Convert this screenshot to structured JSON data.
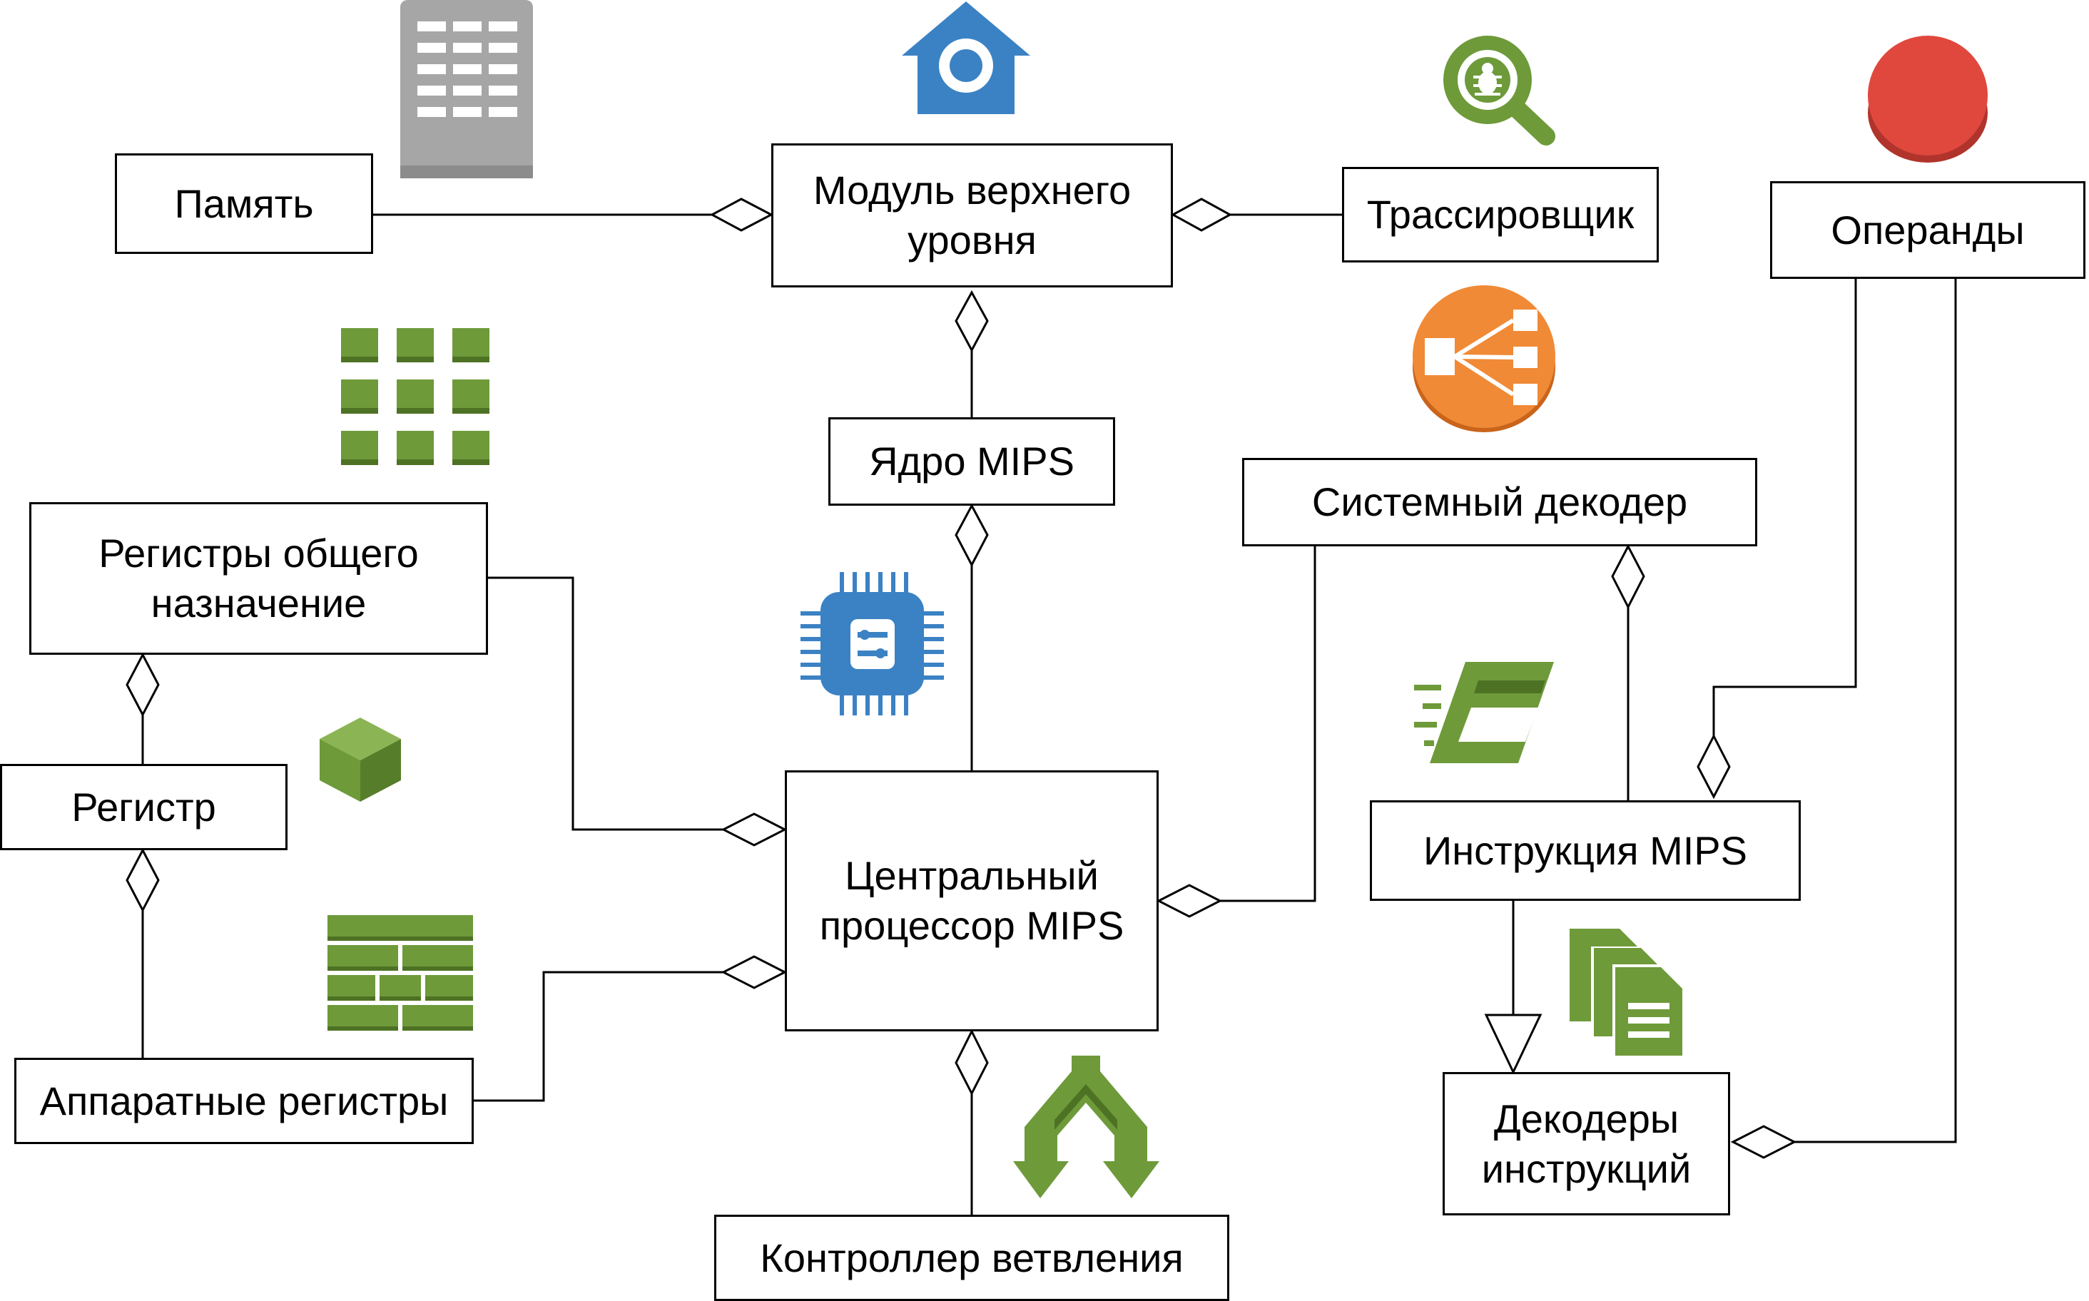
{
  "nodes": {
    "memory": "Память",
    "top_module": "Модуль верхнего\nуровня",
    "tracer": "Трассировщик",
    "operands": "Операнды",
    "mips_core": "Ядро MIPS",
    "system_decoder": "Системный декодер",
    "gp_registers": "Регистры общего\nназначение",
    "register": "Регистр",
    "cpu": "Центральный\nпроцессор MIPS",
    "mips_instruction": "Инструкция MIPS",
    "hw_registers": "Аппаратные регистры",
    "instruction_decoders": "Декодеры\nинструкций",
    "branch_controller": "Контроллер ветвления"
  },
  "relations": [
    {
      "from": "top_module",
      "to": "memory",
      "type": "aggregation"
    },
    {
      "from": "top_module",
      "to": "tracer",
      "type": "aggregation"
    },
    {
      "from": "top_module",
      "to": "mips_core",
      "type": "aggregation"
    },
    {
      "from": "mips_core",
      "to": "cpu",
      "type": "aggregation"
    },
    {
      "from": "cpu",
      "to": "gp_registers",
      "type": "aggregation"
    },
    {
      "from": "cpu",
      "to": "hw_registers",
      "type": "aggregation"
    },
    {
      "from": "cpu",
      "to": "system_decoder",
      "type": "aggregation"
    },
    {
      "from": "cpu",
      "to": "branch_controller",
      "type": "aggregation"
    },
    {
      "from": "gp_registers",
      "to": "register",
      "type": "aggregation"
    },
    {
      "from": "register",
      "to": "hw_registers",
      "type": "aggregation"
    },
    {
      "from": "system_decoder",
      "to": "mips_instruction",
      "type": "aggregation"
    },
    {
      "from": "mips_instruction",
      "to": "operands",
      "type": "aggregation"
    },
    {
      "from": "instruction_decoders",
      "to": "operands",
      "type": "aggregation"
    },
    {
      "from": "instruction_decoders",
      "to": "mips_instruction",
      "type": "inheritance"
    }
  ],
  "colors": {
    "green": "#6e9a3a",
    "blue": "#3b82c4",
    "orange": "#f08a36",
    "red": "#e0483e",
    "gray": "#a6a6a6",
    "line": "#000000"
  },
  "icons": [
    "memory-chip-icon",
    "home-icon",
    "bug-search-icon",
    "red-button-icon",
    "grid-icon",
    "routing-icon",
    "processor-chip-icon",
    "cube-icon",
    "fast-card-icon",
    "brick-wall-icon",
    "documents-icon",
    "branch-arrows-icon"
  ]
}
